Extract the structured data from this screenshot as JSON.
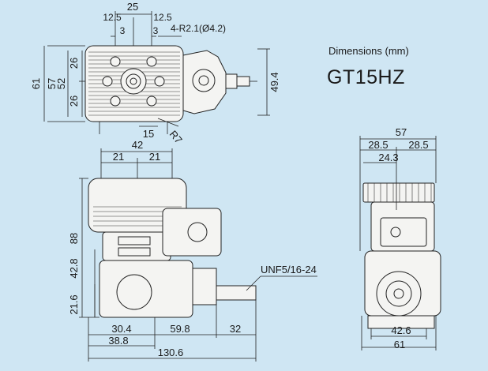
{
  "header": {
    "units_label": "Dimensions (mm)",
    "model": "GT15HZ"
  },
  "top_view": {
    "width_total": "25",
    "half_left": "12.5",
    "half_right": "12.5",
    "bolt_left": "3",
    "bolt_right": "3",
    "mount_hole": "4-R2.1(Ø4.2)",
    "height_total": "61",
    "height_mid": "57",
    "height_inner": "52",
    "upper": "26",
    "lower": "26",
    "shaft_height": "49.4",
    "bottom_offset": "15",
    "corner_radius": "R7"
  },
  "side_view": {
    "top_width": "42",
    "top_left": "21",
    "top_right": "21",
    "height": "88",
    "crank_height": "42.8",
    "lower_height": "21.6",
    "seg1": "30.4",
    "seg2": "59.8",
    "seg3": "32",
    "partial": "38.8",
    "overall": "130.6",
    "thread": "UNF5/16-24"
  },
  "front_view": {
    "width": "57",
    "half_left": "28.5",
    "half_right": "28.5",
    "offset": "24.3",
    "base_inner": "42.6",
    "base_outer": "61"
  }
}
